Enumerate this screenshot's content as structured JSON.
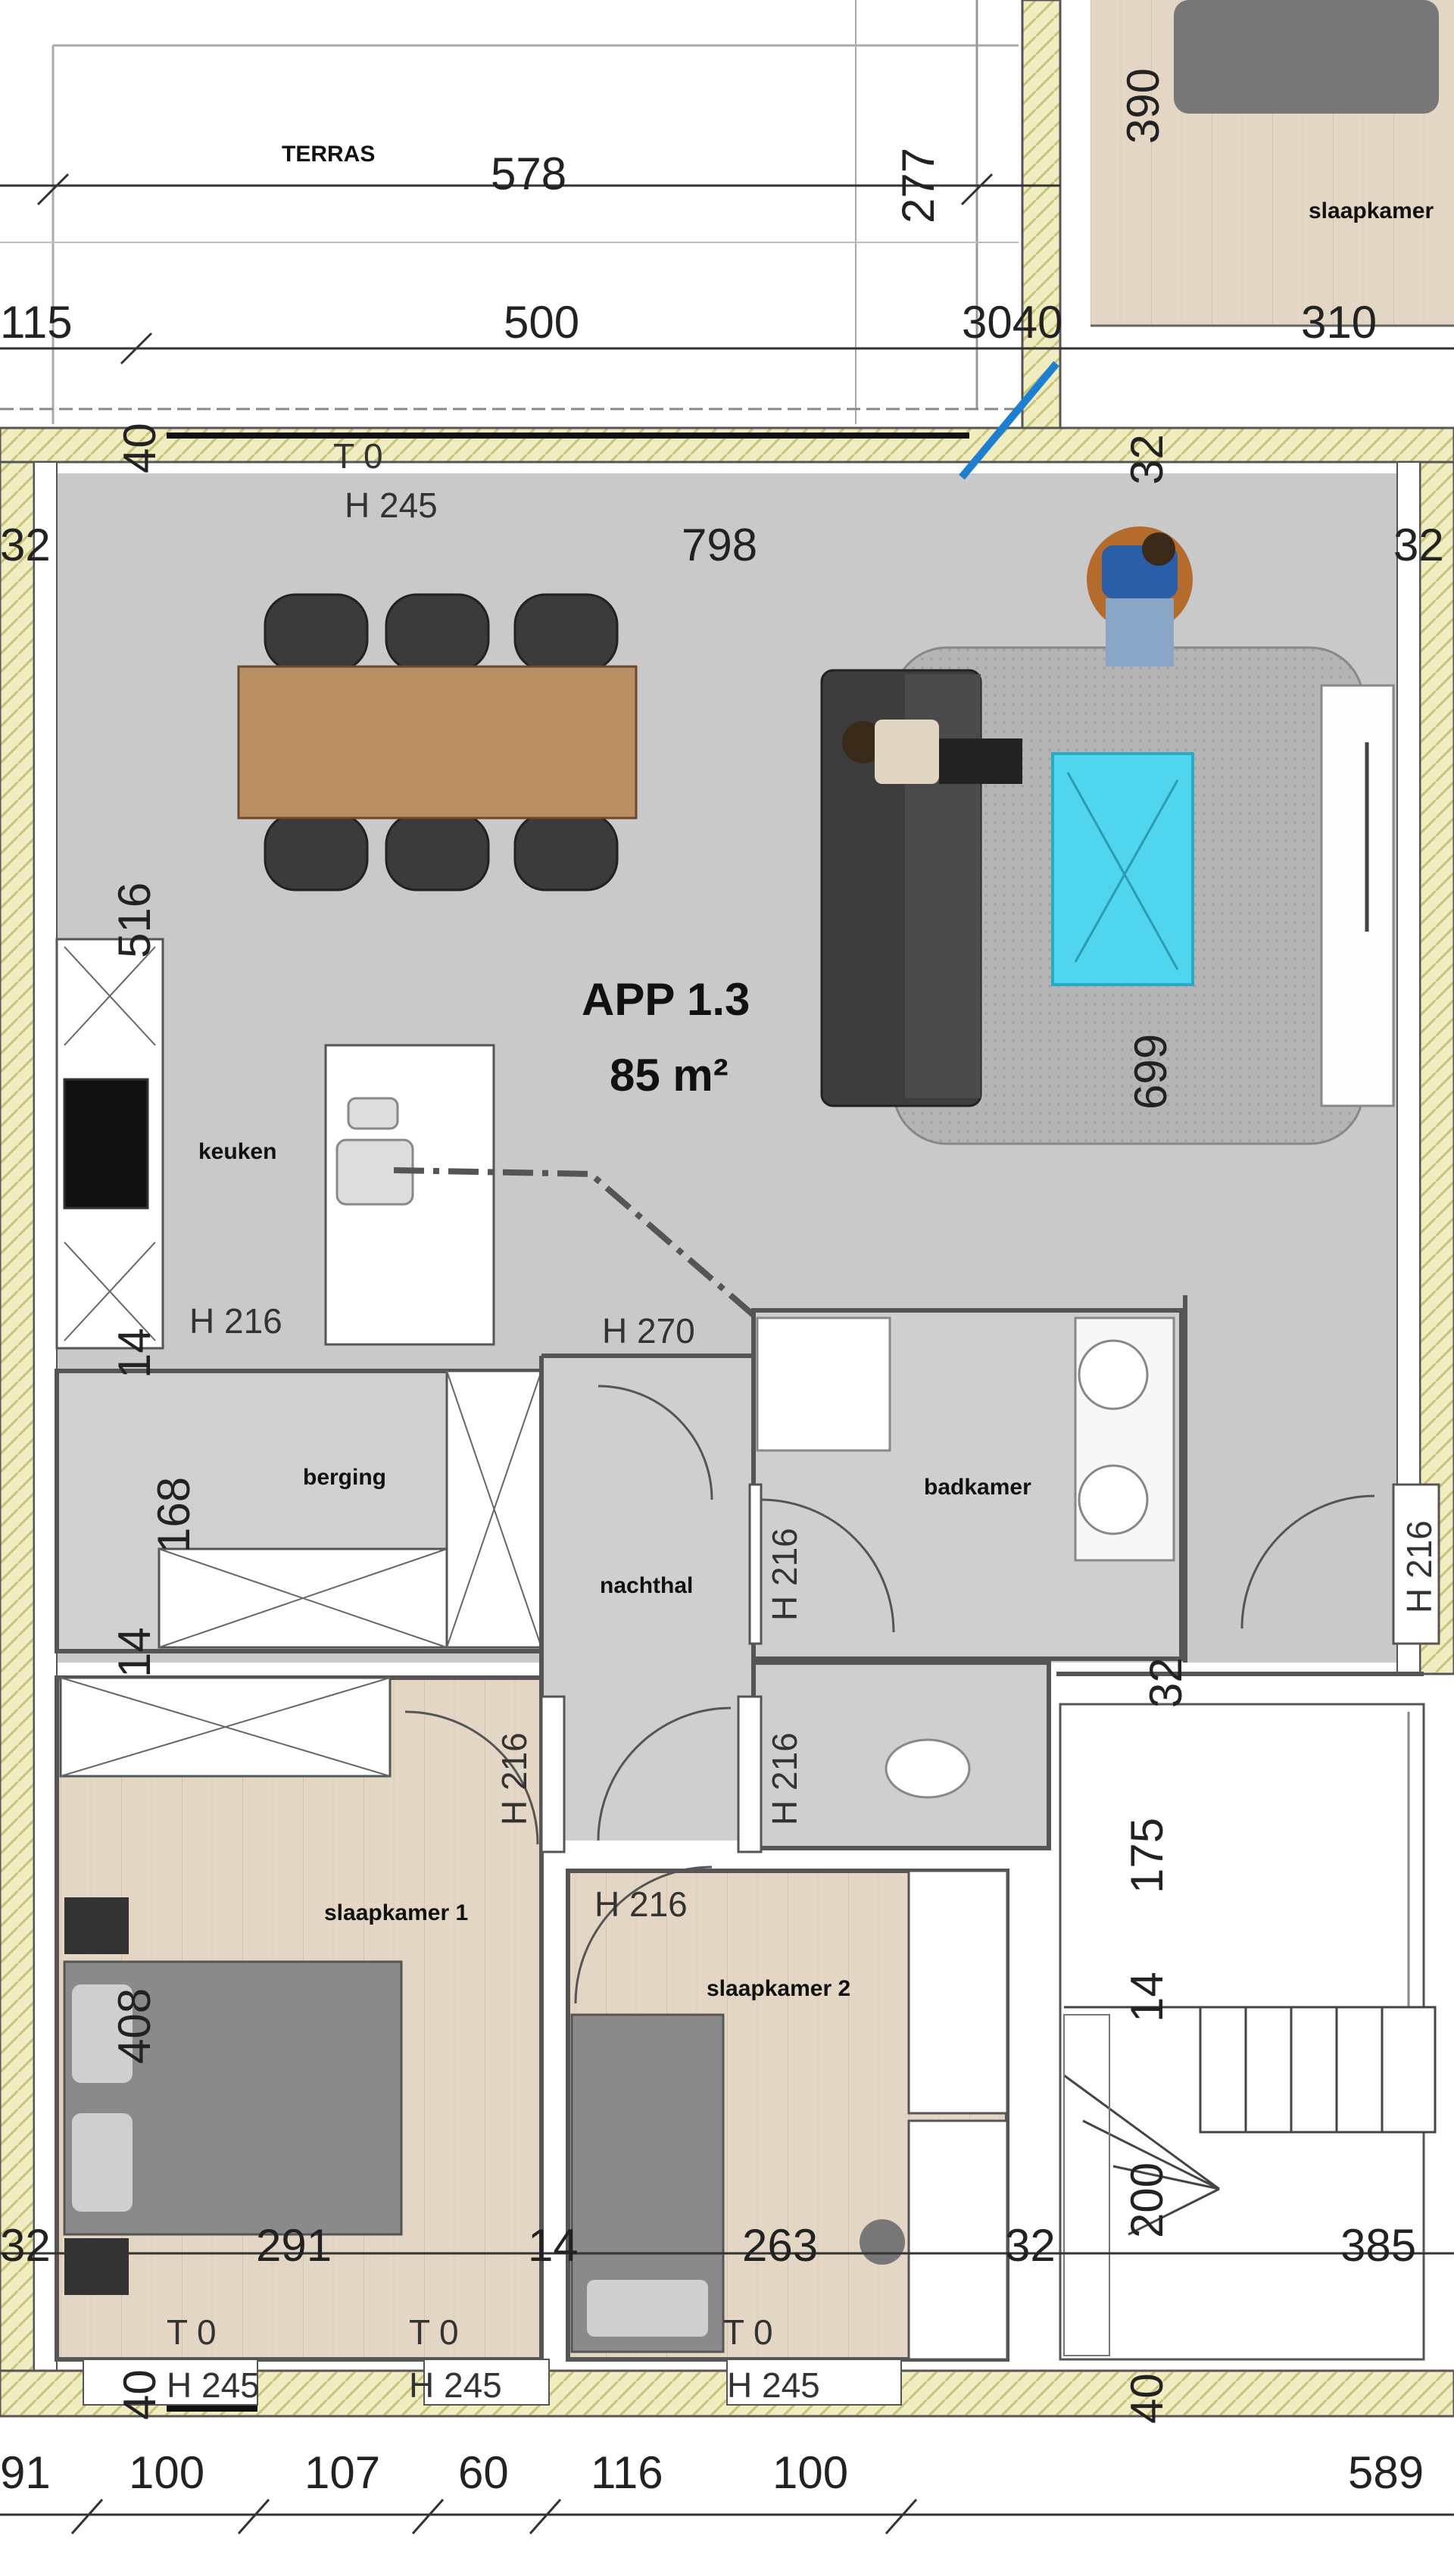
{
  "apartment": {
    "name": "APP 1.3",
    "area": "85 m²"
  },
  "rooms": {
    "terras": "TERRAS",
    "slaapkamer_top": "slaapkamer",
    "keuken": "keuken",
    "berging": "berging",
    "badkamer": "badkamer",
    "nachthal": "nachthal",
    "slaapkamer1": "slaapkamer 1",
    "slaapkamer2": "slaapkamer 2"
  },
  "dims": {
    "d578": "578",
    "d277": "277",
    "d390": "390",
    "d115": "115",
    "d500": "500",
    "d3040": "3040",
    "d310": "310",
    "d40a": "40",
    "d32a": "32",
    "d32b": "32",
    "d798": "798",
    "d32c": "32",
    "d516": "516",
    "d699": "699",
    "d14a": "14",
    "d168": "168",
    "d14b": "14",
    "d32d": "32",
    "d175": "175",
    "d408": "408",
    "d14c": "14",
    "d200": "200",
    "d32e": "32",
    "d291": "291",
    "d14d": "14",
    "d263": "263",
    "d32f": "32",
    "d385": "385",
    "d40b": "40",
    "d40c": "40",
    "b91": "91",
    "b100a": "100",
    "b107": "107",
    "b60": "60",
    "b116": "116",
    "b100b": "100",
    "b589": "589"
  },
  "heights": {
    "t0a": "T 0",
    "h245a": "H 245",
    "h216a": "H 216",
    "h270": "H 270",
    "h216b": "H 216",
    "h216c": "H 216",
    "h216d": "H 216",
    "h216e": "H 216",
    "h216f": "H 216",
    "t0b": "T 0",
    "t0c": "T 0",
    "t0d": "T 0",
    "h245b": "H 245",
    "h245c": "H 245",
    "h245d": "H 245"
  },
  "colors": {
    "floor_grey": "#c9c9c9",
    "wood_floor": "#e3d6c4",
    "wall_insulation": "#eeeab0",
    "sofa": "#3d3d3d",
    "table_wood": "#b98f63",
    "glass_table": "#4fd6ee"
  }
}
